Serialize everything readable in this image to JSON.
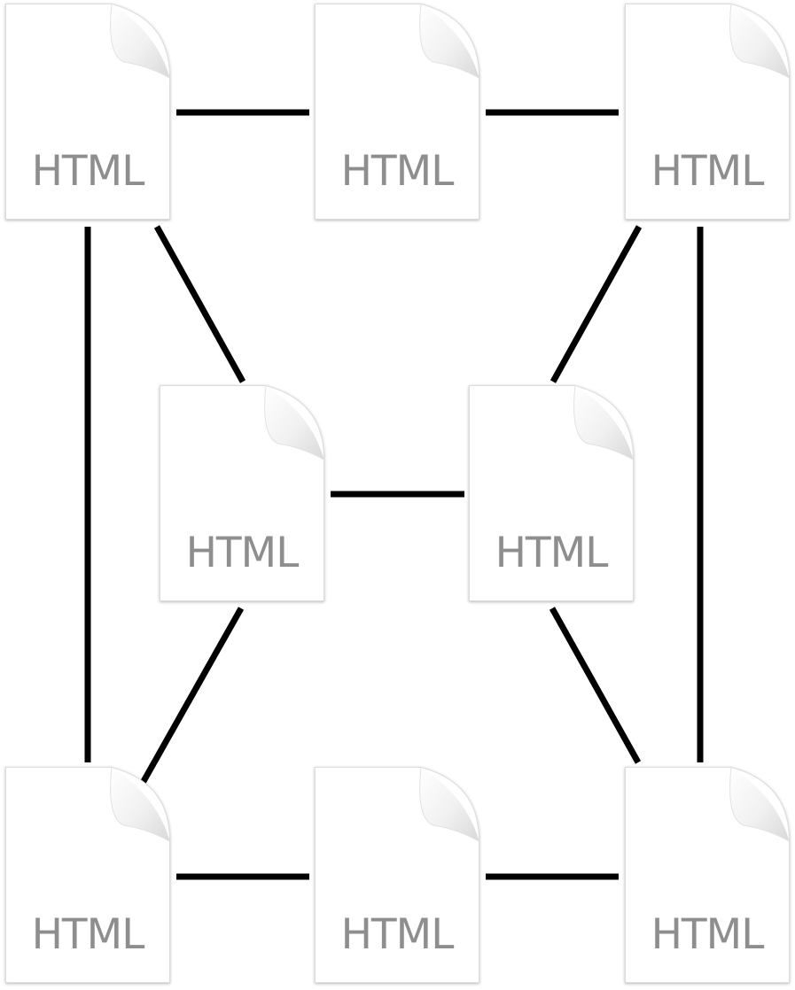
{
  "diagram": {
    "nodes": [
      {
        "id": "top-left",
        "label": "HTML"
      },
      {
        "id": "top-center",
        "label": "HTML"
      },
      {
        "id": "top-right",
        "label": "HTML"
      },
      {
        "id": "mid-left",
        "label": "HTML"
      },
      {
        "id": "mid-right",
        "label": "HTML"
      },
      {
        "id": "bottom-left",
        "label": "HTML"
      },
      {
        "id": "bottom-center",
        "label": "HTML"
      },
      {
        "id": "bottom-right",
        "label": "HTML"
      }
    ],
    "edges": [
      {
        "from": "top-left",
        "to": "top-center"
      },
      {
        "from": "top-center",
        "to": "top-right"
      },
      {
        "from": "top-left",
        "to": "bottom-left"
      },
      {
        "from": "top-left",
        "to": "mid-left"
      },
      {
        "from": "top-right",
        "to": "mid-right"
      },
      {
        "from": "top-right",
        "to": "bottom-right"
      },
      {
        "from": "mid-left",
        "to": "mid-right"
      },
      {
        "from": "mid-left",
        "to": "bottom-left"
      },
      {
        "from": "mid-right",
        "to": "bottom-right"
      },
      {
        "from": "bottom-left",
        "to": "bottom-center"
      },
      {
        "from": "bottom-center",
        "to": "bottom-right"
      }
    ],
    "colors": {
      "edge": "#000000",
      "label": "#8e8e8e",
      "page": "#ffffff",
      "page_border": "#d4d4d4"
    },
    "node_icon": "html-document-icon"
  }
}
